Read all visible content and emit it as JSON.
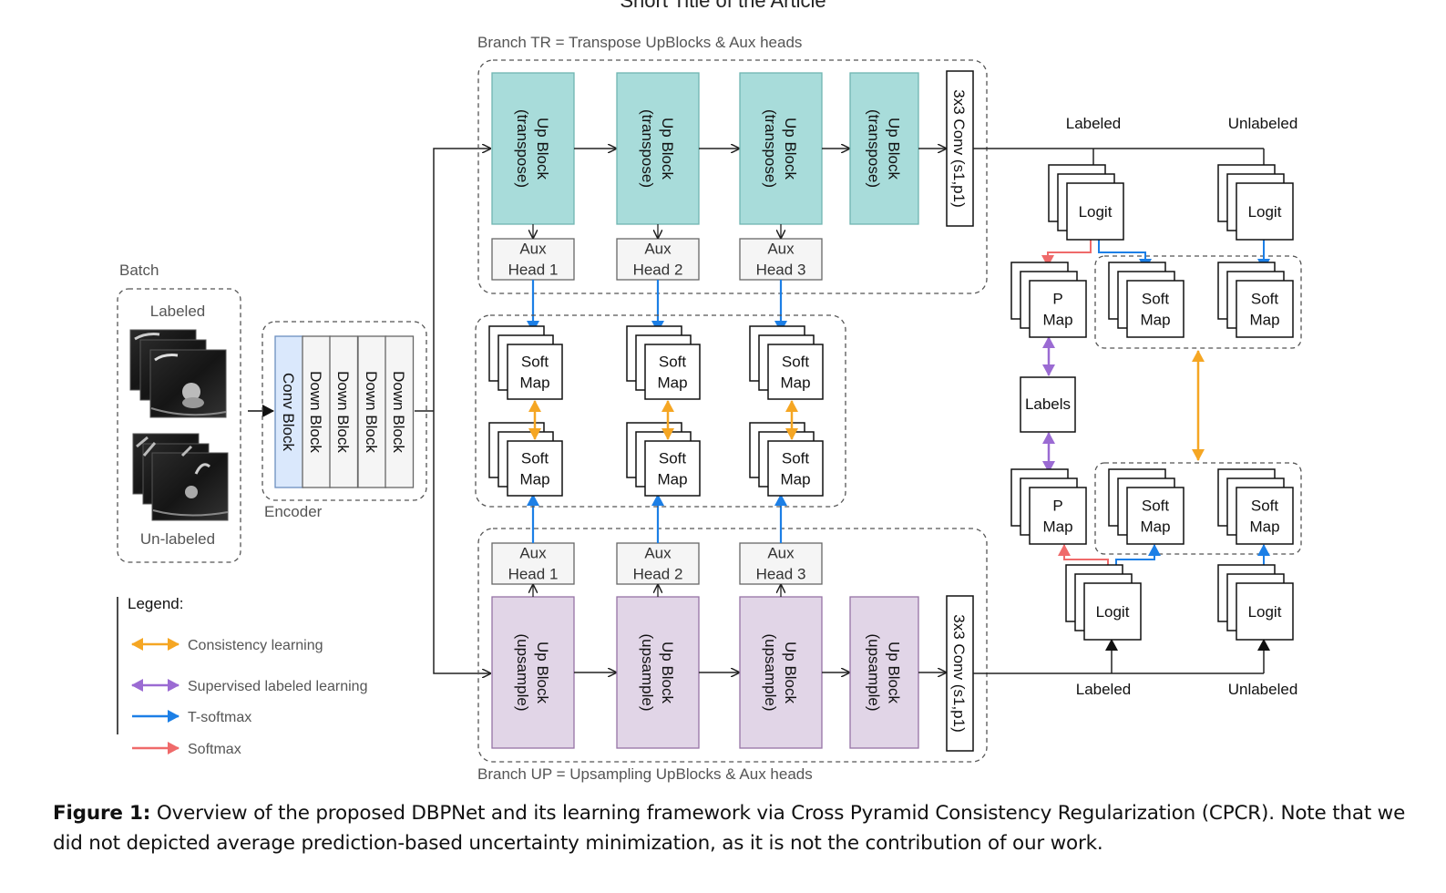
{
  "running_head": "Short Title of the Article",
  "branch_tr": {
    "title": "Branch TR = Transpose UpBlocks & Aux heads",
    "up_blocks": [
      "Up Block\n(transpose)",
      "Up Block\n(transpose)",
      "Up Block\n(transpose)",
      "Up Block\n(transpose)"
    ],
    "aux_heads": [
      "Aux\nHead 1",
      "Aux\nHead 2",
      "Aux\nHead 3"
    ],
    "conv": "3x3 Conv (s1,p1)"
  },
  "branch_up": {
    "title": "Branch UP = Upsampling UpBlocks & Aux heads",
    "up_blocks": [
      "Up Block\n(upsample)",
      "Up Block\n(upsample)",
      "Up Block\n(upsample)",
      "Up Block\n(upsample)"
    ],
    "aux_heads": [
      "Aux\nHead 1",
      "Aux\nHead 2",
      "Aux\nHead 3"
    ],
    "conv": "3x3 Conv (s1,p1)"
  },
  "batch": {
    "title": "Batch",
    "labeled": "Labeled",
    "unlabeled": "Un-labeled"
  },
  "encoder": {
    "title": "Encoder",
    "blocks": [
      "Conv Block",
      "Down Block",
      "Down Block",
      "Down Block",
      "Down Block"
    ]
  },
  "soft_map_label": "Soft\nMap",
  "right": {
    "labeled": "Labeled",
    "unlabeled": "Unlabeled",
    "logit": "Logit",
    "p_map": "P\nMap",
    "soft_map": "Soft\nMap",
    "labels": "Labels"
  },
  "legend": {
    "title": "Legend:",
    "items": [
      {
        "label": "Consistency learning",
        "color": "#f5a623",
        "style": "double"
      },
      {
        "label": "Supervised labeled learning",
        "color": "#9b6bd3",
        "style": "double"
      },
      {
        "label": "T-softmax",
        "color": "#1c7fe6",
        "style": "single"
      },
      {
        "label": "Softmax",
        "color": "#ef6a6a",
        "style": "single"
      }
    ]
  },
  "colors": {
    "transpose_fill": "#a8dcda",
    "transpose_stroke": "#6fb5b1",
    "upsample_fill": "#e1d5e7",
    "upsample_stroke": "#9673a6",
    "conv_block_fill": "#dae8fc",
    "down_block_fill": "#f5f5f5",
    "aux_fill": "#f5f5f5",
    "orange": "#f5a623",
    "purple": "#9b6bd3",
    "blue": "#1c7fe6",
    "red": "#ef6a6a"
  },
  "caption": {
    "label": "Figure 1:",
    "text": " Overview of the proposed DBPNet and its learning framework via Cross Pyramid Consistency Regularization (CPCR). Note that we did not depicted average prediction-based uncertainty minimization, as it is not the contribution of our work."
  }
}
